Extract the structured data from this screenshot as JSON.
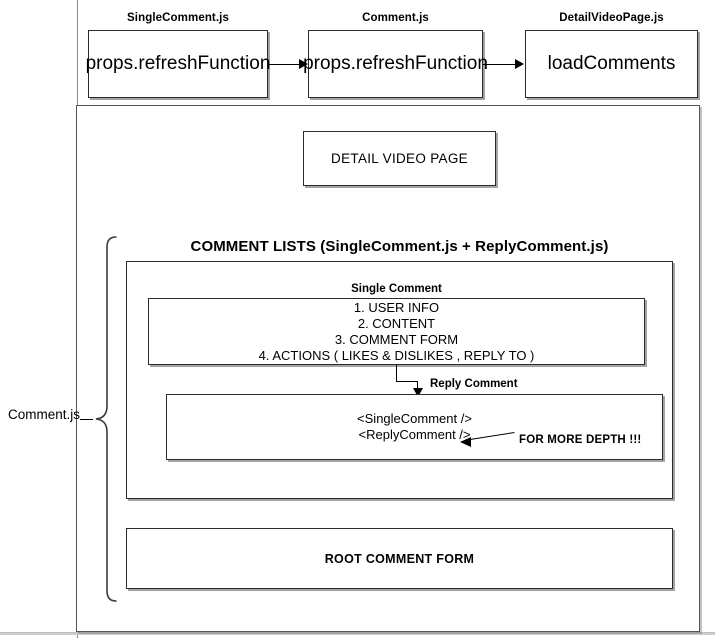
{
  "diagram": {
    "title": "Comment refresh flow",
    "flow": {
      "nodes": [
        {
          "caption": "SingleComment.js",
          "label": "props.refreshFunction"
        },
        {
          "caption": "Comment.js",
          "label": "props.refreshFunction"
        },
        {
          "caption": "DetailVideoPage.js",
          "label": "loadComments"
        }
      ],
      "connector_icon_1": "arrow-right-icon",
      "connector_icon_2": "arrow-right-icon"
    },
    "page": {
      "detail_video_page_label": "DETAIL VIDEO PAGE",
      "side_label": "Comment.js",
      "brace_icon": "curly-brace-icon",
      "comment_lists": {
        "title": "COMMENT LISTS (SingleComment.js + ReplyComment.js)",
        "single_comment": {
          "title": "Single Comment",
          "lines": [
            "1. USER INFO",
            "2. CONTENT",
            "3. COMMENT FORM",
            "4. ACTIONS ( LIKES & DISLIKES , REPLY TO )"
          ]
        },
        "reply_arrow_icon": "elbow-arrow-down-icon",
        "reply_comment": {
          "title": "Reply Comment",
          "lines": [
            "<SingleComment />",
            "<ReplyComment />"
          ],
          "annotation": "FOR MORE DEPTH !!!",
          "annotation_arrow_icon": "arrow-left-icon"
        }
      },
      "root_comment_form": {
        "label": "ROOT COMMENT FORM"
      }
    },
    "colors": {
      "stroke": "#2b2b2b",
      "frame": "#555555",
      "background": "#ffffff",
      "rule": "#cccccc"
    }
  }
}
